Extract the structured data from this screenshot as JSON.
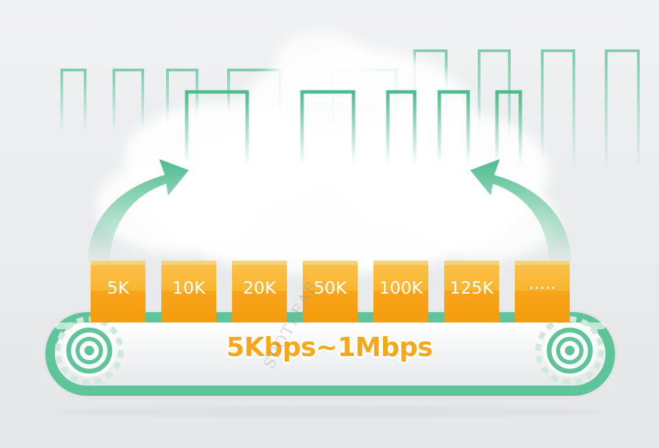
{
  "boxes": [
    {
      "label": "5K"
    },
    {
      "label": "10K"
    },
    {
      "label": "20K"
    },
    {
      "label": "50K"
    },
    {
      "label": "100K"
    },
    {
      "label": "125K"
    },
    {
      "label": "·····"
    }
  ],
  "rate_text": "5Kbps~1Mbps",
  "watermark": "SPOTPEAR",
  "colors": {
    "accent_green": "#55c196",
    "box_orange": "#f8a71b",
    "box_orange_light": "#fbbf47",
    "rate_text": "#f8a71b"
  },
  "icons": [
    "gear-icon-left",
    "gear-icon-right",
    "arrow-up-left-icon",
    "arrow-up-right-icon",
    "cloud-graphic",
    "square-wave-graphic"
  ]
}
